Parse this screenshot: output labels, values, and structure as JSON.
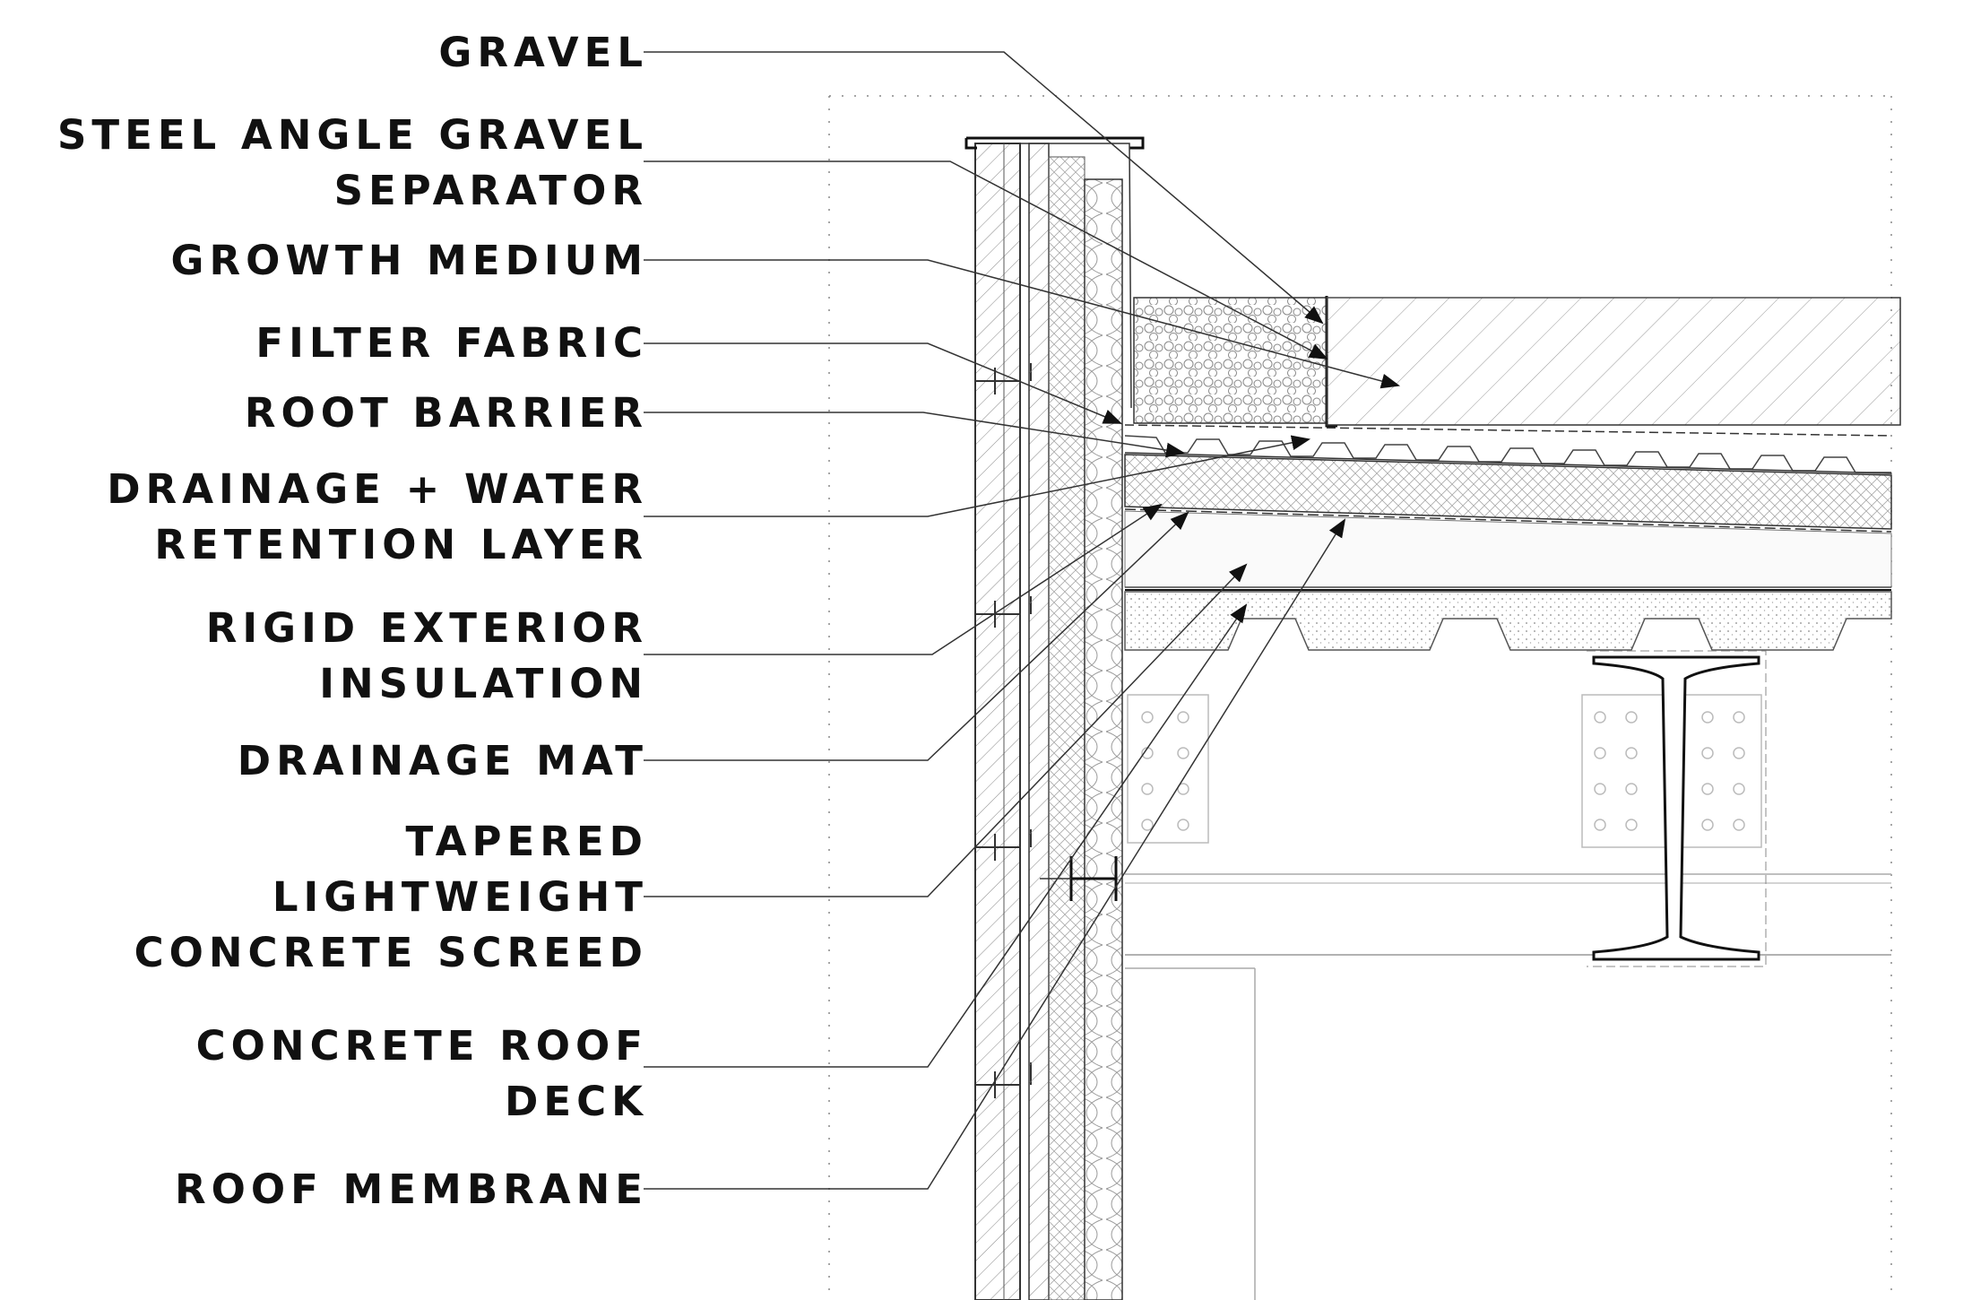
{
  "labels": [
    {
      "id": "gravel",
      "lines": [
        "GRAVEL"
      ]
    },
    {
      "id": "steel-angle",
      "lines": [
        "STEEL ANGLE GRAVEL",
        "SEPARATOR"
      ]
    },
    {
      "id": "growth-medium",
      "lines": [
        "GROWTH MEDIUM"
      ]
    },
    {
      "id": "filter-fabric",
      "lines": [
        "FILTER FABRIC"
      ]
    },
    {
      "id": "root-barrier",
      "lines": [
        "ROOT BARRIER"
      ]
    },
    {
      "id": "drainage-water",
      "lines": [
        "DRAINAGE + WATER",
        "RETENTION LAYER"
      ]
    },
    {
      "id": "rigid-insulation",
      "lines": [
        "RIGID EXTERIOR",
        "INSULATION"
      ]
    },
    {
      "id": "drainage-mat",
      "lines": [
        "DRAINAGE MAT"
      ]
    },
    {
      "id": "tapered-screed",
      "lines": [
        "TAPERED",
        "LIGHTWEIGHT",
        "CONCRETE SCREED"
      ]
    },
    {
      "id": "roof-deck",
      "lines": [
        "CONCRETE ROOF",
        "DECK"
      ]
    },
    {
      "id": "roof-membrane",
      "lines": [
        "ROOF MEMBRANE"
      ]
    }
  ],
  "colors": {
    "ink": "#111111",
    "line": "#333333",
    "light": "#999999"
  }
}
